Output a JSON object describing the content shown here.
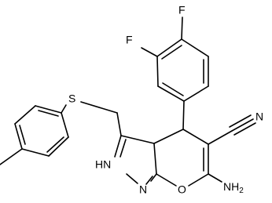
{
  "molecule": {
    "labels": {
      "fluoro_top": "F",
      "fluoro_left": "F",
      "sulfur": "S",
      "nitrile_n": "N",
      "amino": "NH",
      "amino_sub": "2",
      "ring_nh": "HN",
      "ring_n": "N",
      "ring_o": "O"
    },
    "colors": {
      "bond": "#000000",
      "text": "#000000",
      "background": "#ffffff"
    }
  }
}
